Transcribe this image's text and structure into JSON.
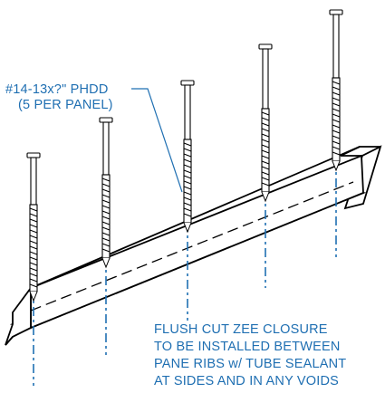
{
  "fastener_callout": {
    "line1": "#14-13x?\" PHDD",
    "line2": "(5 PER PANEL)"
  },
  "closure_note": {
    "line1": "FLUSH CUT ZEE CLOSURE",
    "line2": "TO BE INSTALLED BETWEEN",
    "line3": "PANE RIBS w/ TUBE SEALANT",
    "line4": "AT SIDES AND IN ANY VOIDS"
  },
  "colors": {
    "annotation": "#1f6fb2",
    "linework": "#000000"
  },
  "screw_count": 5
}
